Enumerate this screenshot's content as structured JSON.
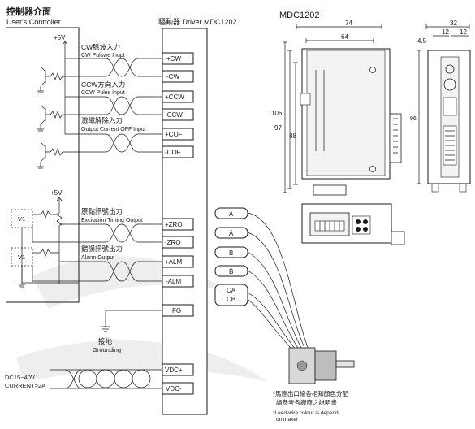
{
  "controller": {
    "title_zh": "控制器介面",
    "title_en": "User's Controller"
  },
  "driver": {
    "title": "驅動器 Driver MDC1202"
  },
  "supplies": {
    "top": "+5V",
    "mid": "+5V"
  },
  "input_groups": [
    {
      "zh": "CW脈波入力",
      "en": "CW Pulswe Inupt"
    },
    {
      "zh": "CCW方向入力",
      "en": "CCW Pules Input"
    },
    {
      "zh": "激磁解除入力",
      "en": "Output Current OFF Input"
    },
    {
      "zh": "原點訊號出力",
      "en": "Excitation Timing Output"
    },
    {
      "zh": "錯誤訊號出力",
      "en": "Alarm Output"
    }
  ],
  "terminals": [
    "+CW",
    "-CW",
    "+CCW",
    "-CCW",
    "+COF",
    "-COF",
    "+ZRO",
    "-ZRO",
    "+ALM",
    "-ALM",
    "FG",
    "VDC+",
    "VDC-"
  ],
  "opto_labels": [
    "V1",
    "V1"
  ],
  "ground": {
    "zh": "接地",
    "en": "Grounding"
  },
  "power": {
    "voltage": "DC15~40V",
    "current": "CURRENT>2A"
  },
  "motor_terminals": [
    "A",
    "Ā",
    "B",
    "B̄",
    "CA",
    "CB"
  ],
  "notes": {
    "zh_line1": "*馬達出口線各相知顏色分配",
    "zh_line2": "請參考各廠商之說明書",
    "en_line1": "*Leed-wire colour is depend",
    "en_line2": "on maker"
  },
  "drawing": {
    "model": "MDC1202",
    "dims": {
      "width_total": "74",
      "width_inner": "64",
      "height_total": "106",
      "height_mid": "97",
      "height_inner": "88",
      "side_depth": "32",
      "side_a": "12",
      "side_b": "12",
      "side_c": "4.5",
      "side_height": "96"
    }
  }
}
